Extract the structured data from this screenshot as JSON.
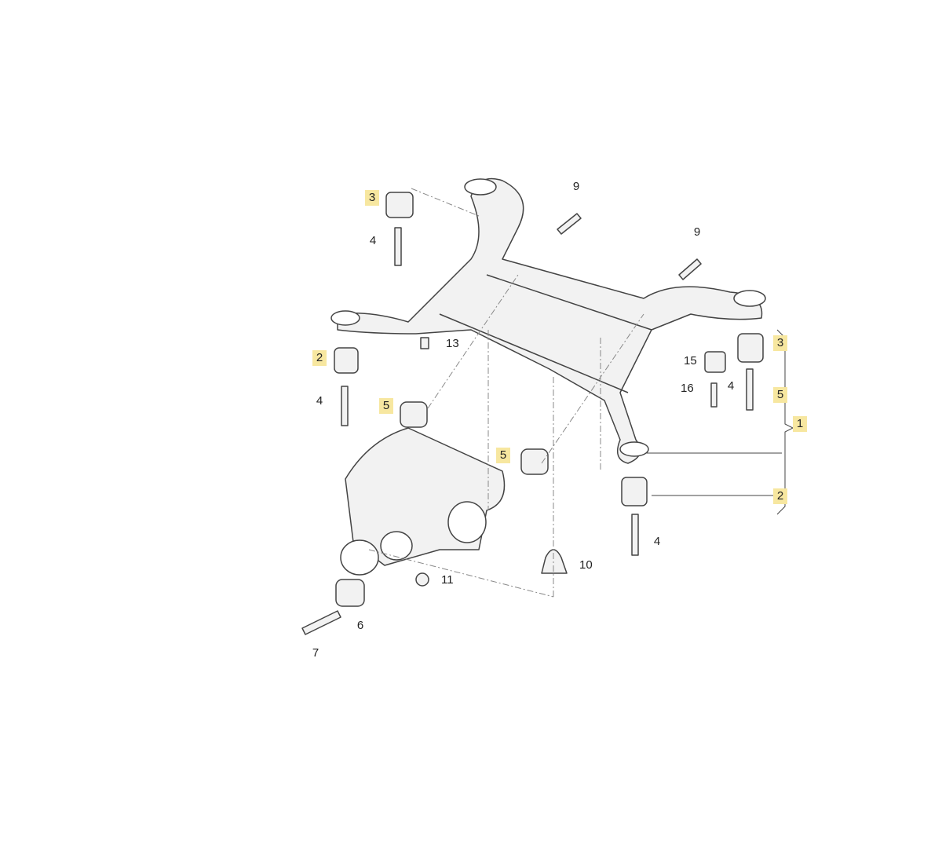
{
  "diagram": {
    "highlight_color": "#f7e7a0",
    "callouts": [
      {
        "id": "c3a",
        "text": "3",
        "highlighted": true
      },
      {
        "id": "c4a",
        "text": "4",
        "highlighted": false
      },
      {
        "id": "c9a",
        "text": "9",
        "highlighted": false
      },
      {
        "id": "c9b",
        "text": "9",
        "highlighted": false
      },
      {
        "id": "c13",
        "text": "13",
        "highlighted": false
      },
      {
        "id": "c2a",
        "text": "2",
        "highlighted": true
      },
      {
        "id": "c4b",
        "text": "4",
        "highlighted": false
      },
      {
        "id": "c5a",
        "text": "5",
        "highlighted": true
      },
      {
        "id": "c15",
        "text": "15",
        "highlighted": false
      },
      {
        "id": "c16",
        "text": "16",
        "highlighted": false
      },
      {
        "id": "c4c",
        "text": "4",
        "highlighted": false
      },
      {
        "id": "c3b",
        "text": "3",
        "highlighted": true
      },
      {
        "id": "c5b",
        "text": "5",
        "highlighted": true
      },
      {
        "id": "c1",
        "text": "1",
        "highlighted": true
      },
      {
        "id": "c5c",
        "text": "5",
        "highlighted": true
      },
      {
        "id": "c2b",
        "text": "2",
        "highlighted": true
      },
      {
        "id": "c4d",
        "text": "4",
        "highlighted": false
      },
      {
        "id": "c10",
        "text": "10",
        "highlighted": false
      },
      {
        "id": "c11",
        "text": "11",
        "highlighted": false
      },
      {
        "id": "c6",
        "text": "6",
        "highlighted": false
      },
      {
        "id": "c7",
        "text": "7",
        "highlighted": false
      }
    ]
  }
}
